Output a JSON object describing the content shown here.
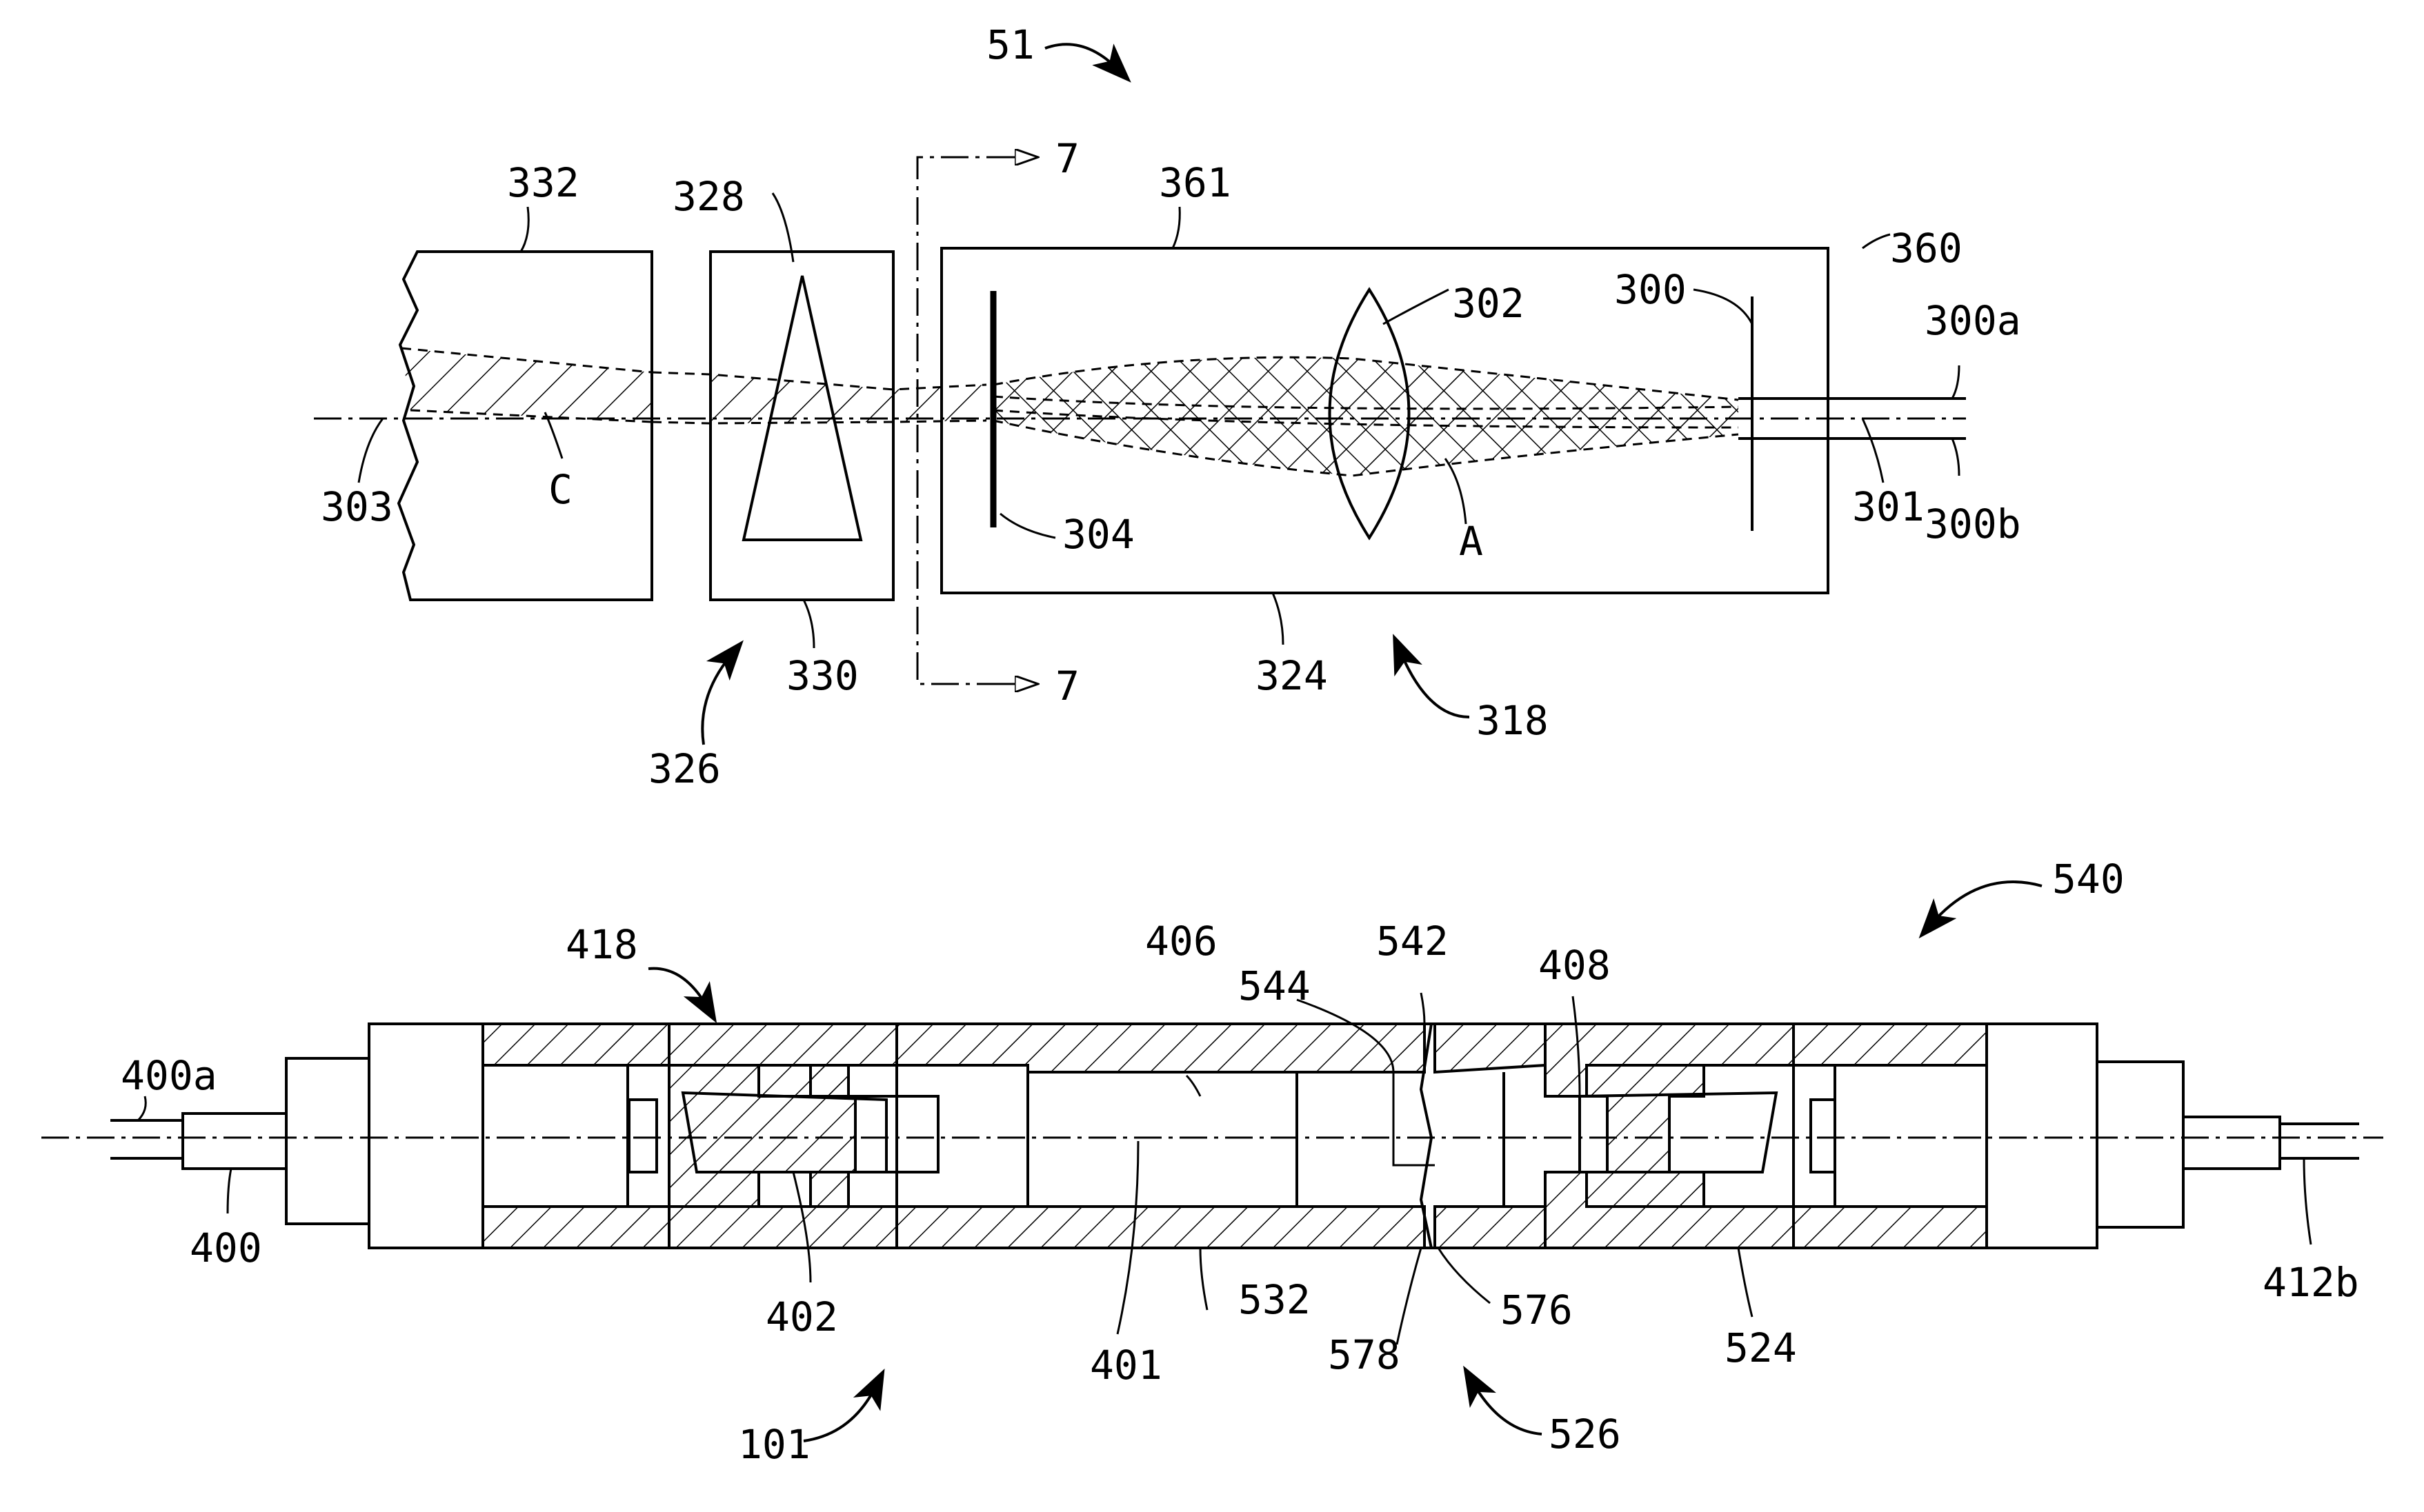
{
  "figure_top": {
    "labels": {
      "l51": "51",
      "l7_top": "7",
      "l7_bottom": "7",
      "l332": "332",
      "l328": "328",
      "l361": "361",
      "l360": "360",
      "l302": "302",
      "l300": "300",
      "l300a": "300a",
      "l300b": "300b",
      "l301": "301",
      "l303": "303",
      "lC": "C",
      "l304": "304",
      "lA": "A",
      "l330": "330",
      "l324": "324",
      "l326": "326",
      "l318": "318"
    }
  },
  "figure_bottom": {
    "labels": {
      "l540": "540",
      "l418": "418",
      "l406": "406",
      "l542": "542",
      "l408": "408",
      "l544": "544",
      "l400a": "400a",
      "l400": "400",
      "l402": "402",
      "l401": "401",
      "l532": "532",
      "l578": "578",
      "l576": "576",
      "l524": "524",
      "l412b": "412b",
      "l101": "101",
      "l526": "526"
    }
  }
}
